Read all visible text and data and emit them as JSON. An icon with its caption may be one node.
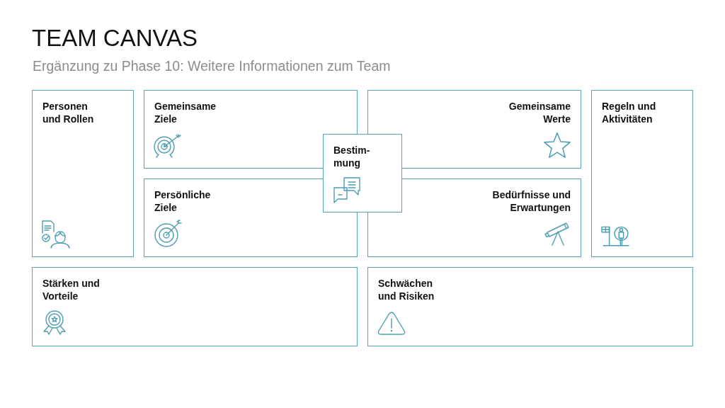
{
  "diagram": {
    "title": "TEAM CANVAS",
    "nodes": [
      {
        "text": [
          "Personen und Rollen"
        ]
      },
      {
        "text": [
          "Gemeinsame Ziele"
        ]
      },
      {
        "text": [
          "Persönliche Ziele"
        ]
      },
      {
        "text": [
          "Bestim- mung"
        ]
      },
      {
        "text": [
          "Gemeinsame Werte"
        ]
      },
      {
        "text": [
          "Bedürfnisse und Erwartungen"
        ]
      },
      {
        "text": [
          "Regeln und Aktivitäten"
        ]
      },
      {
        "text": [
          "Stärken und Vorteile"
        ]
      },
      {
        "text": [
          "Schwächen und Risiken"
        ]
      }
    ],
    "labels": [
      "Ergänzung zu Phase 10: Weitere Informationen zum Team"
    ]
  }
}
